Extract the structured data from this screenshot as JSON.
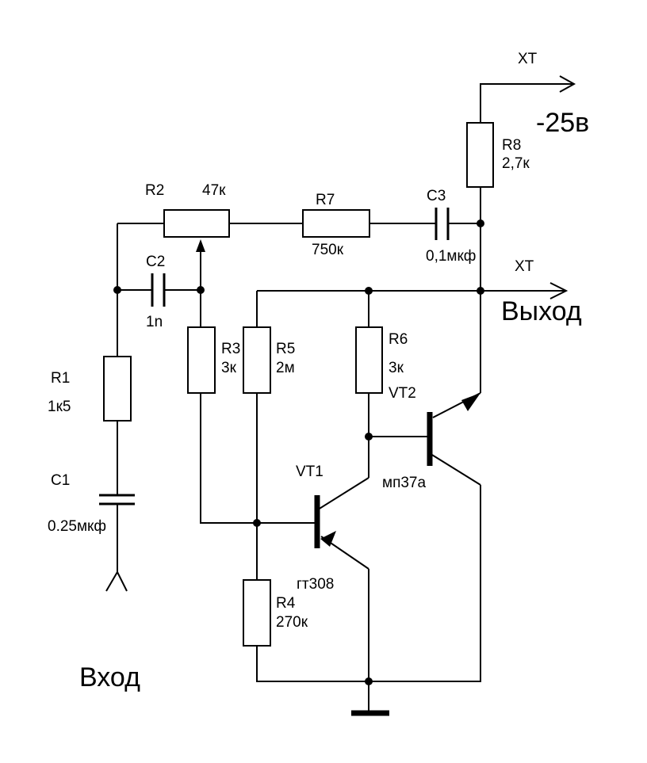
{
  "labels": {
    "xt_top": "XT",
    "supply": "-25в",
    "r8_name": "R8",
    "r8_value": "2,7к",
    "r2_name": "R2",
    "r2_value": "47к",
    "r7_name": "R7",
    "r7_value": "750к",
    "c3_name": "C3",
    "c3_value": "0,1мкф",
    "xt_out": "XT",
    "out_label": "Выход",
    "c2_name": "C2",
    "c2_value": "1n",
    "r3_name": "R3",
    "r3_value": "3к",
    "r5_name": "R5",
    "r5_value": "2м",
    "r6_name": "R6",
    "r6_value": "3к",
    "vt2_name": "VT2",
    "vt2_type": "мп37а",
    "r1_name": "R1",
    "r1_value": "1к5",
    "c1_name": "C1",
    "c1_value": "0.25мкф",
    "vt1_name": "VT1",
    "vt1_type": "гт308",
    "r4_name": "R4",
    "r4_value": "270к",
    "in_label": "Вход"
  }
}
